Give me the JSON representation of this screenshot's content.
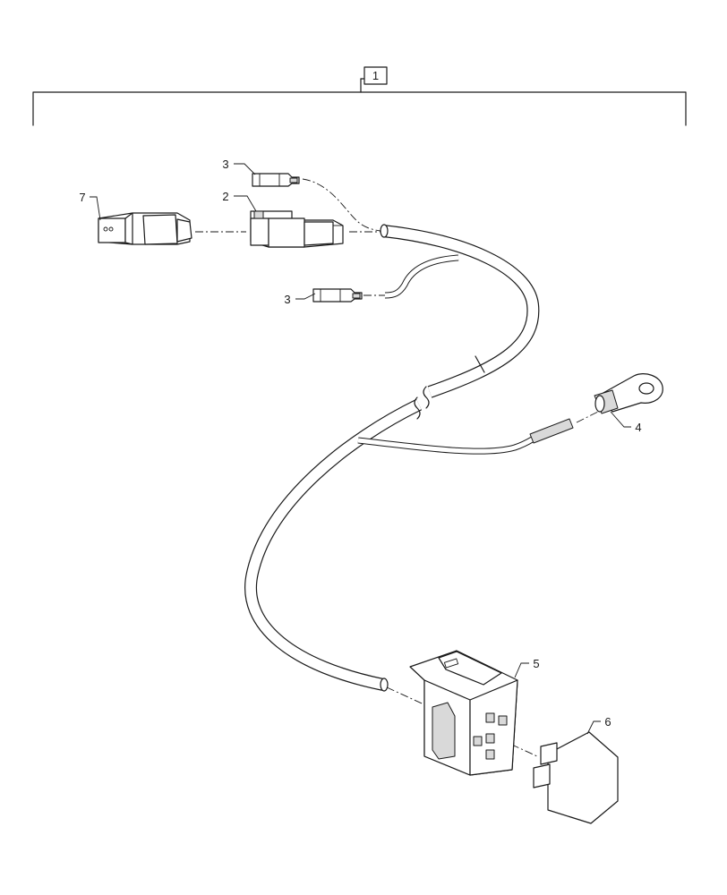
{
  "diagram": {
    "assembly_callout": "1",
    "callouts": {
      "c7": "7",
      "c2": "2",
      "c3_top": "3",
      "c3_bottom": "3",
      "c4": "4",
      "c5": "5",
      "c6": "6"
    }
  }
}
